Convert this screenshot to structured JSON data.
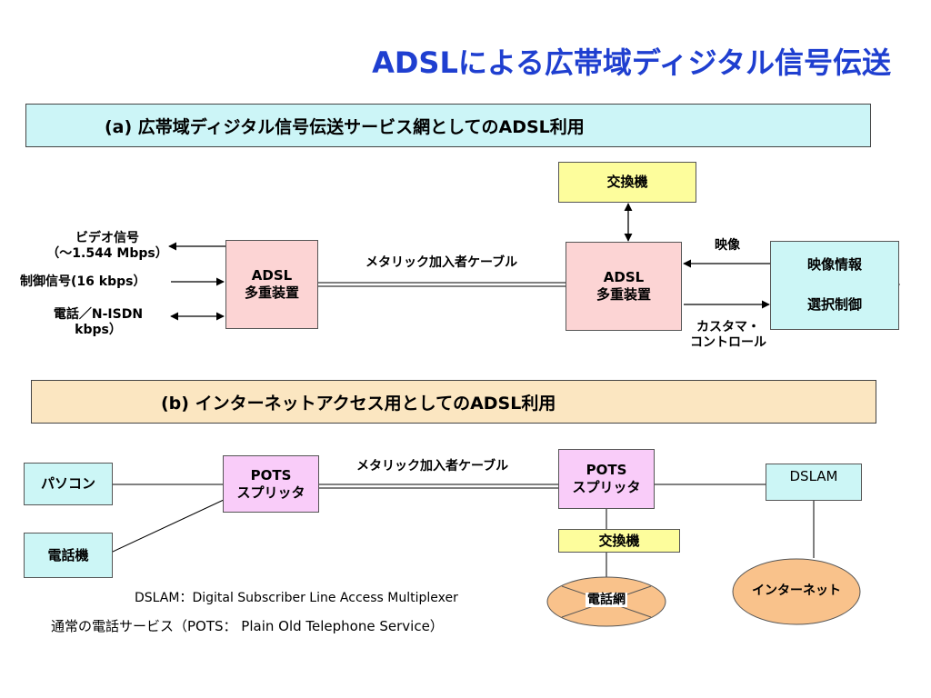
{
  "title": "ADSLによる広帯域ディジタル信号伝送",
  "section_a": {
    "header": "(a) 広帯域ディジタル信号伝送サービス網としてのADSL利用",
    "signal_video_line1": "ビデオ信号",
    "signal_video_line2": "（～1.544 Mbps）",
    "signal_control": "制御信号(16 kbps）",
    "signal_phone_line1": "電話／N-ISDN",
    "signal_phone_line2": "kbps）",
    "adsl_left_line1": "ADSL",
    "adsl_left_line2": "多重装置",
    "cable_label": "メタリック加入者ケーブル",
    "adsl_right_line1": "ADSL",
    "adsl_right_line2": "多重装置",
    "exchange": "交換機",
    "video_label": "映像",
    "video_info": "映像情報",
    "select_control": "選択制御",
    "customer_line1": "カスタマ・",
    "customer_line2": "コントロール"
  },
  "section_b": {
    "header": "(b) インターネットアクセス用としてのADSL利用",
    "pc": "パソコン",
    "telephone": "電話機",
    "pots_left_line1": "POTS",
    "pots_left_line2": "スプリッタ",
    "cable_label": "メタリック加入者ケーブル",
    "pots_right_line1": "POTS",
    "pots_right_line2": "スプリッタ",
    "dslam": "DSLAM",
    "exchange": "交換機",
    "phone_network": "電話網",
    "internet": "インターネット",
    "note_dslam": "DSLAM：Digital Subscriber Line Access Multiplexer",
    "note_pots": "通常の電話サービス（POTS： Plain Old Telephone Service）"
  },
  "colors": {
    "title": "#1f3fd0",
    "header_a_fill": "#ccf5f7",
    "header_b_fill": "#fbe6c1",
    "adsl_fill": "#fcd4d4",
    "exchange_fill": "#fdfd9c",
    "video_fill": "#ccf6f6",
    "pots_fill": "#f9ccf9",
    "device_fill": "#ccf6f6",
    "network_fill": "#f9c28b"
  }
}
